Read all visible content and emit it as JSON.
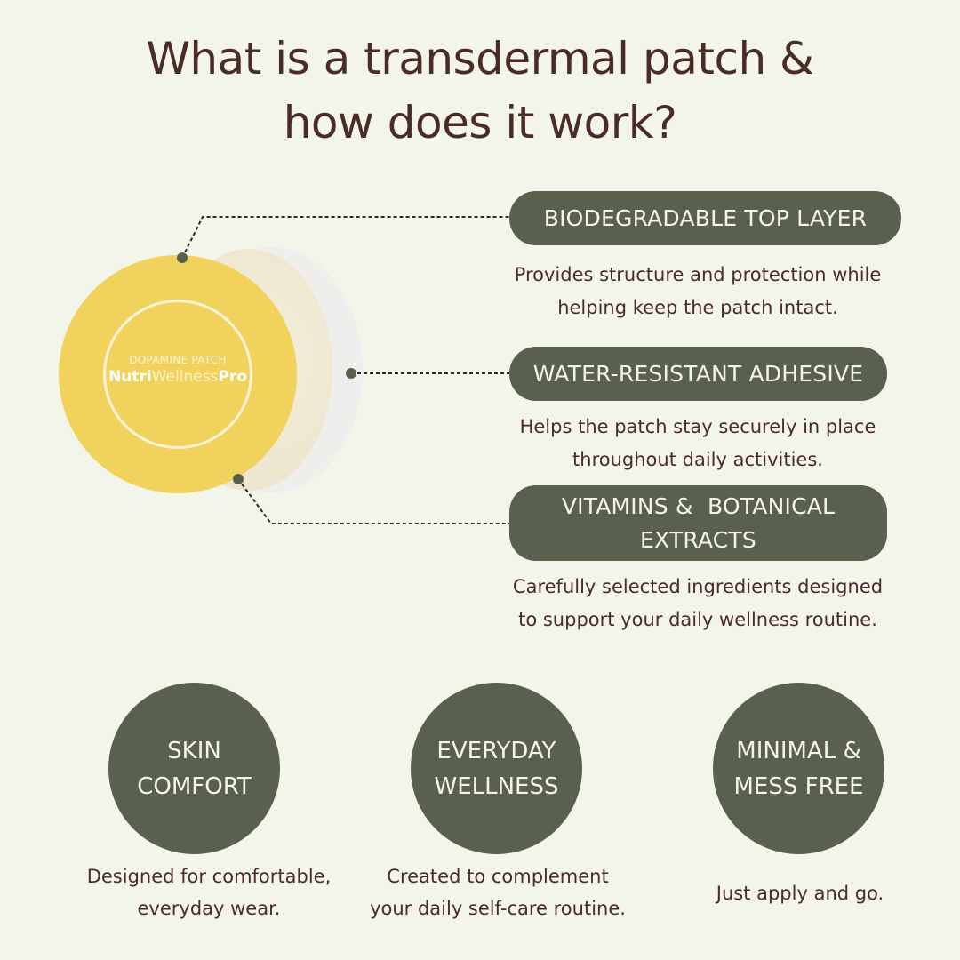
{
  "title": {
    "line1": "What is a transdermal patch &",
    "line2": "how does it work?"
  },
  "patch": {
    "label": "DOPAMINE PATCH",
    "brand_part1": "Nutri",
    "brand_part2": "Wellness",
    "brand_part3": "Pro",
    "colors": {
      "front": "#f1d25d",
      "middle": "#ebe4c9",
      "back": "#eeeeec"
    }
  },
  "layers": [
    {
      "title": "BIODEGRADABLE TOP LAYER",
      "description_line1": "Provides structure and protection while",
      "description_line2": "helping keep the patch intact."
    },
    {
      "title": "WATER-RESISTANT ADHESIVE",
      "description_line1": "Helps the patch stay securely in place",
      "description_line2": "throughout daily activities."
    },
    {
      "title_line1": "VITAMINS &  BOTANICAL",
      "title_line2": "EXTRACTS",
      "description_line1": "Carefully selected ingredients designed",
      "description_line2": "to support your daily wellness routine."
    }
  ],
  "benefits": [
    {
      "title_line1": "SKIN",
      "title_line2": "COMFORT",
      "description_line1": "Designed for comfortable,",
      "description_line2": "everyday wear."
    },
    {
      "title_line1": "EVERYDAY",
      "title_line2": "WELLNESS",
      "description_line1": "Created to complement",
      "description_line2": "your daily self-care routine."
    },
    {
      "title_line1": "MINIMAL &",
      "title_line2": "MESS FREE",
      "description_line1": "Just apply and go."
    }
  ],
  "colors": {
    "background": "#f4f5ea",
    "accent": "#5a604e",
    "text": "#4a2c27"
  }
}
